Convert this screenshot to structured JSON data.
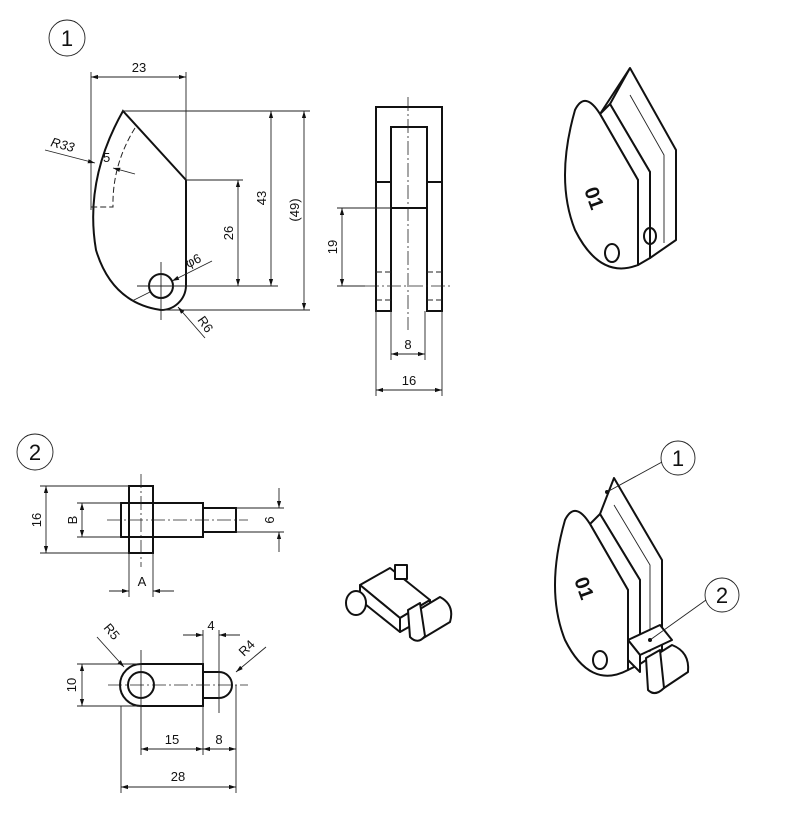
{
  "part1": {
    "label": "1",
    "dims": {
      "width": "23",
      "height_step": "26",
      "height": "43",
      "overall": "(49)",
      "radius_outer": "R33",
      "offset": "5",
      "hole": "φ6",
      "radius_end": "R6",
      "hole_height": "19",
      "slot": "8",
      "thickness": "16"
    },
    "iso_mark": "01"
  },
  "part2": {
    "label": "2",
    "dims": {
      "height": "16",
      "b": "B",
      "a": "A",
      "shaft": "6",
      "width": "10",
      "radius_left": "R5",
      "radius_right": "R4",
      "step": "4",
      "center_dist": "15",
      "end": "8",
      "length": "28"
    }
  },
  "assembly": {
    "mark": "01",
    "balloon1": "1",
    "balloon2": "2"
  }
}
